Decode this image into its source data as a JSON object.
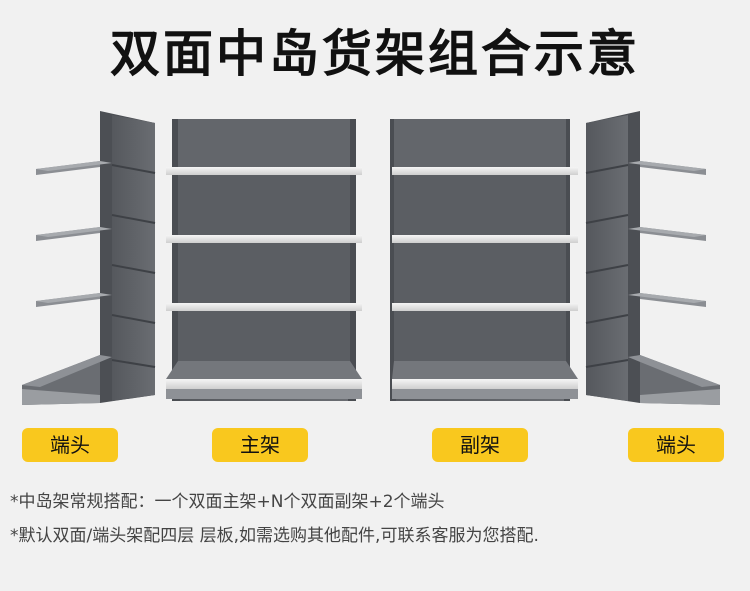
{
  "title": "双面中岛货架组合示意",
  "labels": {
    "end_left": "端头",
    "main": "主架",
    "secondary": "副架",
    "end_right": "端头"
  },
  "notes": {
    "line1": "*中岛架常规搭配：一个双面主架+N个双面副架+2个端头",
    "line2": "*默认双面/端头架配四层 层板,如需选购其他配件,可联系客服为您搭配."
  },
  "colors": {
    "shelf_gray": "#5d6065",
    "label_yellow": "#f9c81e"
  }
}
